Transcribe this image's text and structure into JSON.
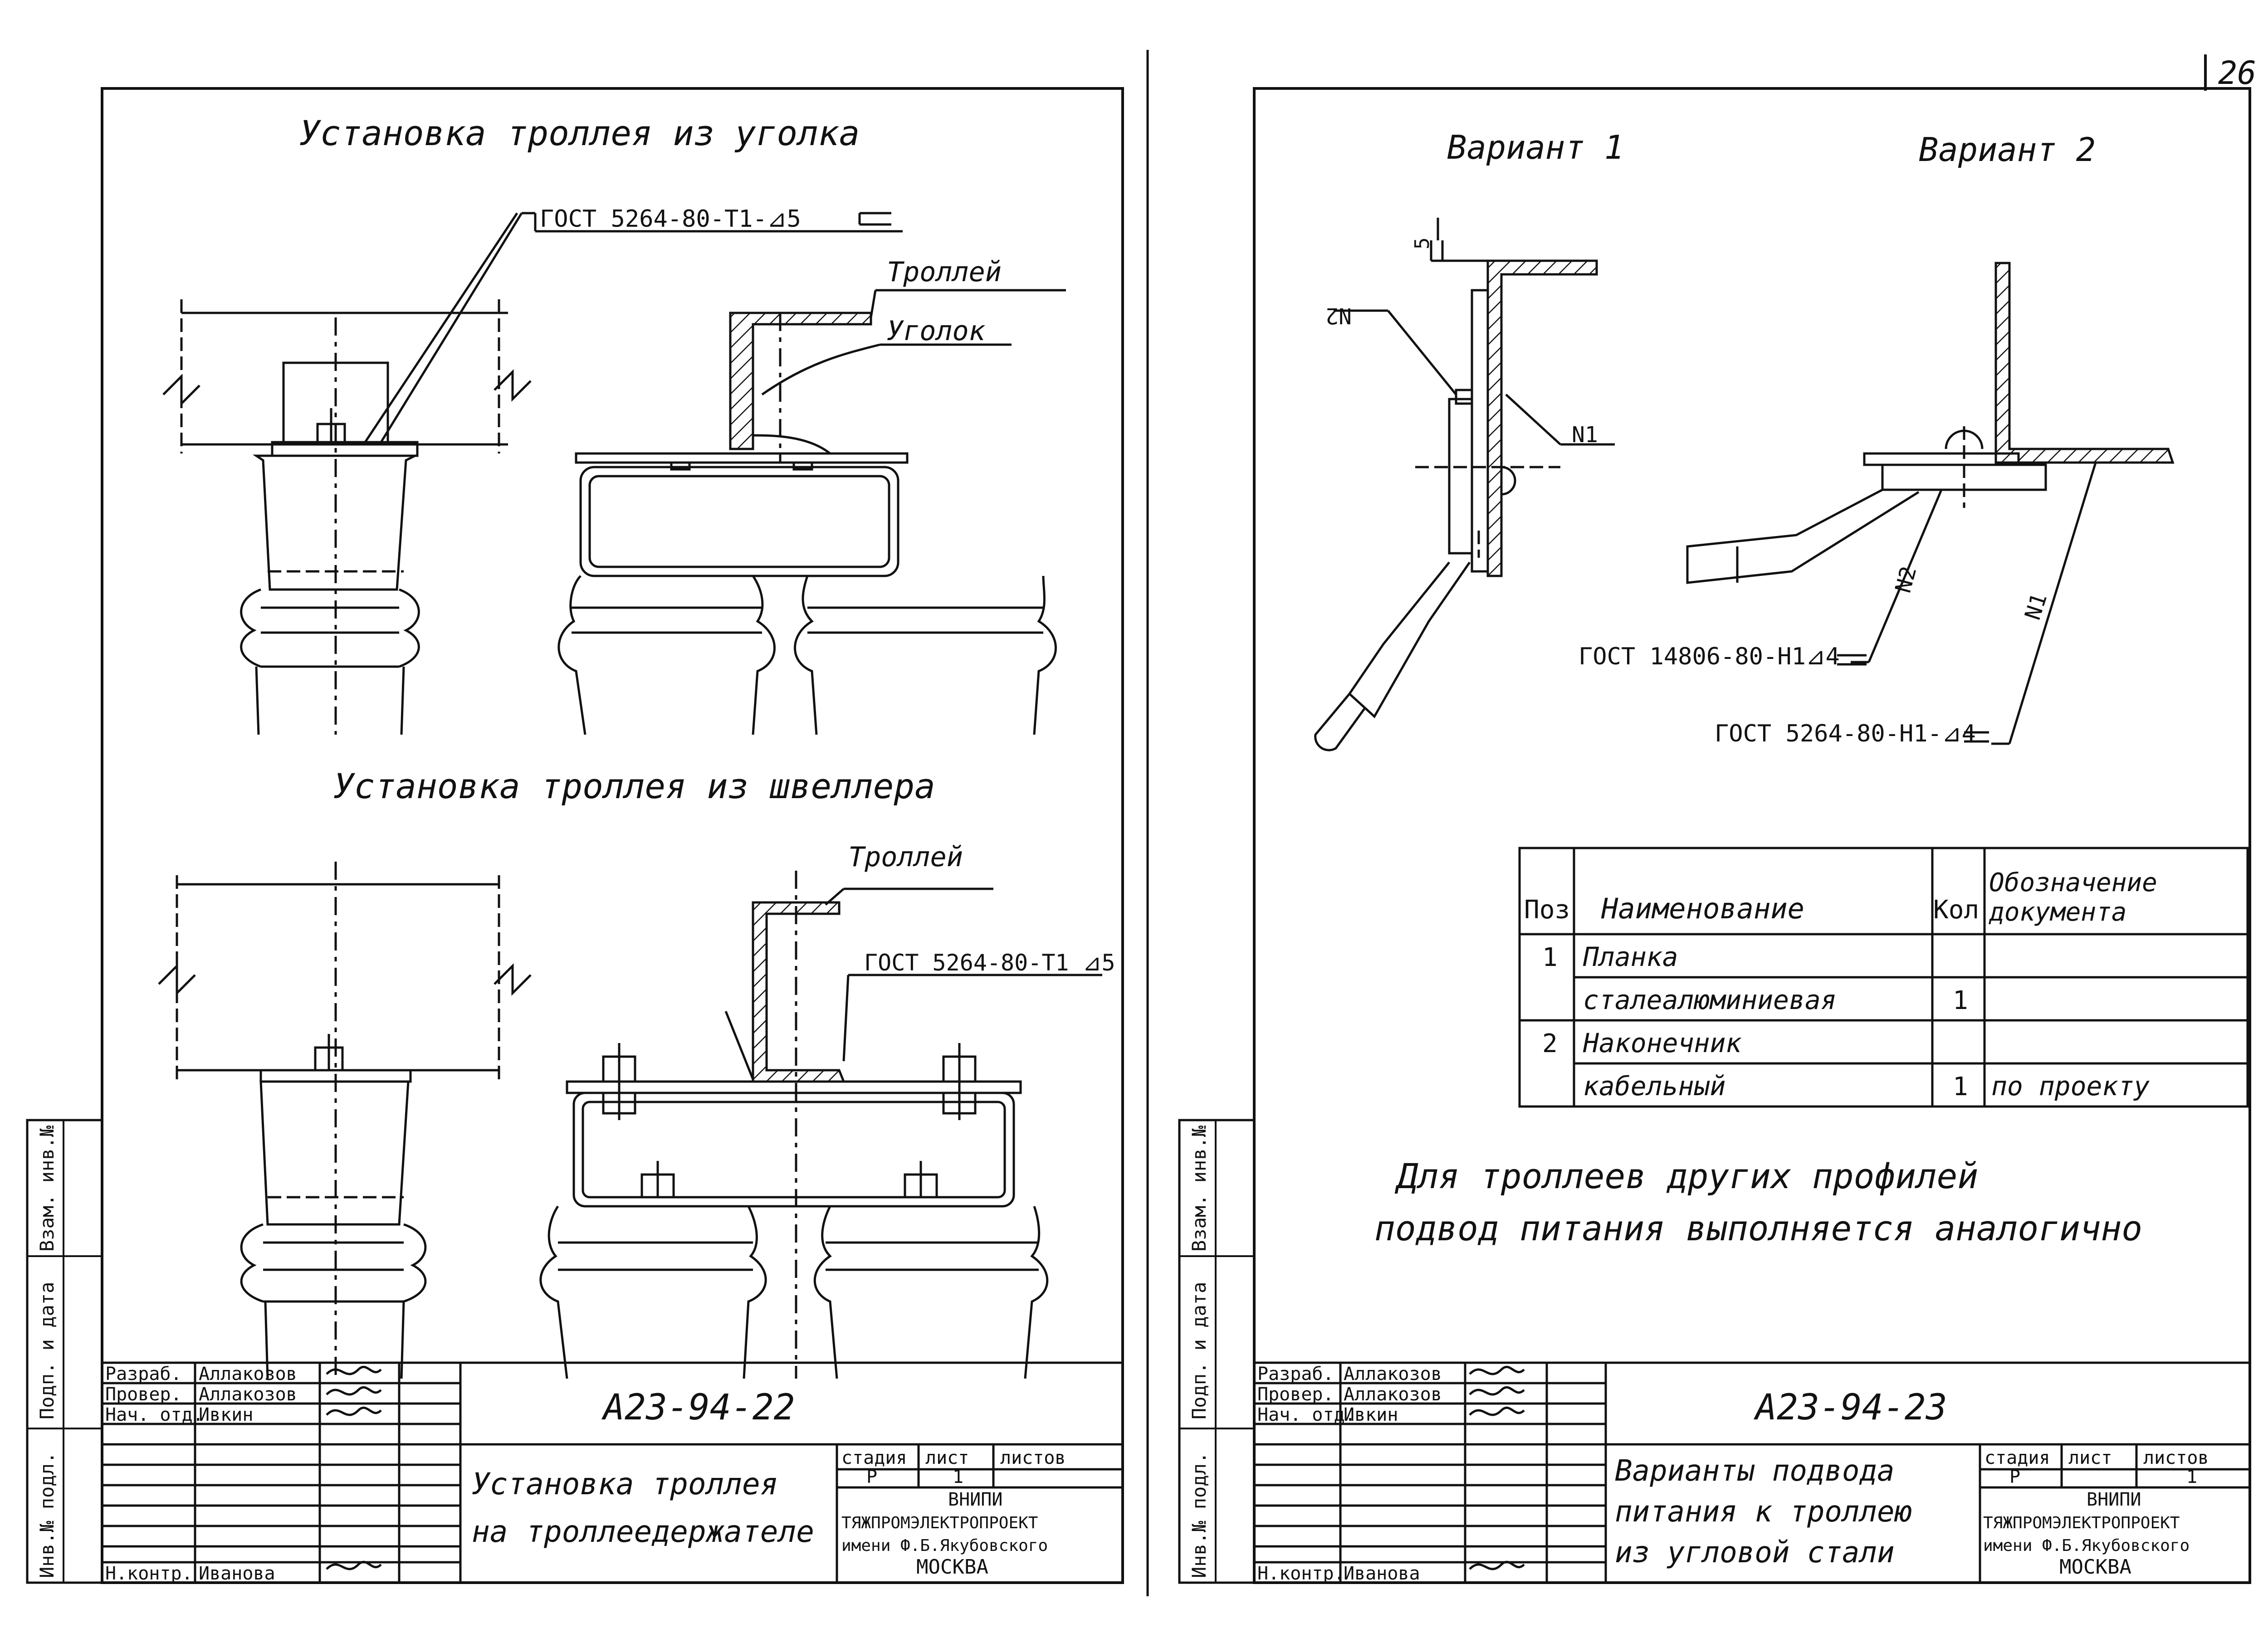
{
  "page_number": "26",
  "left_sheet": {
    "title_angle": "Установка троллея из уголка",
    "weld_note_top": "ГОСТ 5264-80-Т1-⊿5",
    "label_trolley_1": "Троллей",
    "label_angle": "Уголок",
    "title_channel": "Установка троллея из швеллера",
    "label_trolley_2": "Троллей",
    "weld_note_channel": "ГОСТ 5264-80-Т1 ⊿5",
    "side_stamp": [
      "Инв.№ подл.",
      "Подп. и дата",
      "Взам. инв.№"
    ],
    "stamp": {
      "roles": [
        "Разраб.",
        "Провер.",
        "Нач. отд.",
        "Н.контр."
      ],
      "names": [
        "Аллакозов",
        "Аллакозов",
        "Ивкин",
        "Иванова"
      ],
      "designation": "А23-94-22",
      "name_line1": "Установка троллея",
      "name_line2": "на троллеедержателе",
      "col_headers": [
        "стадия",
        "лист",
        "листов"
      ],
      "stage": "Р",
      "sheet": "1",
      "org_line1": "ВНИПИ",
      "org_line2": "ТЯЖПРОМЭЛЕКТРОПРОЕКТ",
      "org_line3": "имени Ф.Б.Якубовского",
      "org_line4": "МОСКВА"
    }
  },
  "right_sheet": {
    "variant1": "Вариант 1",
    "variant2": "Вариант 2",
    "dim_5": "5",
    "pos_n1": "N1",
    "pos_n2": "N2",
    "weld_note_1": "ГОСТ 14806-80-Н1⊿4",
    "weld_note_2": "ГОСТ 5264-80-Н1-⊿4",
    "table": {
      "headers": [
        "Поз",
        "Наименование",
        "Кол",
        "Обозначение документа"
      ],
      "rows": [
        [
          "1",
          "Планка",
          "",
          ""
        ],
        [
          "",
          "сталеалюминиевая",
          "1",
          ""
        ],
        [
          "2",
          "Наконечник",
          "",
          ""
        ],
        [
          "",
          "кабельный",
          "1",
          "по проекту"
        ]
      ]
    },
    "note_line1": "Для троллеев других профилей",
    "note_line2": "подвод питания выполняется аналогично",
    "side_stamp": [
      "Инв.№ подл.",
      "Подп. и дата",
      "Взам. инв.№"
    ],
    "stamp": {
      "roles": [
        "Разраб.",
        "Провер.",
        "Нач. отд.",
        "Н.контр."
      ],
      "names": [
        "Аллакозов",
        "Аллакозов",
        "Ивкин",
        "Иванова"
      ],
      "designation": "А23-94-23",
      "name_line1": "Варианты подвода",
      "name_line2": "питания к троллею",
      "name_line3": "из угловой стали",
      "col_headers": [
        "стадия",
        "лист",
        "листов"
      ],
      "stage": "Р",
      "sheet": "1",
      "org_line1": "ВНИПИ",
      "org_line2": "ТЯЖПРОМЭЛЕКТРОПРОЕКТ",
      "org_line3": "имени Ф.Б.Якубовского",
      "org_line4": "МОСКВА"
    }
  }
}
